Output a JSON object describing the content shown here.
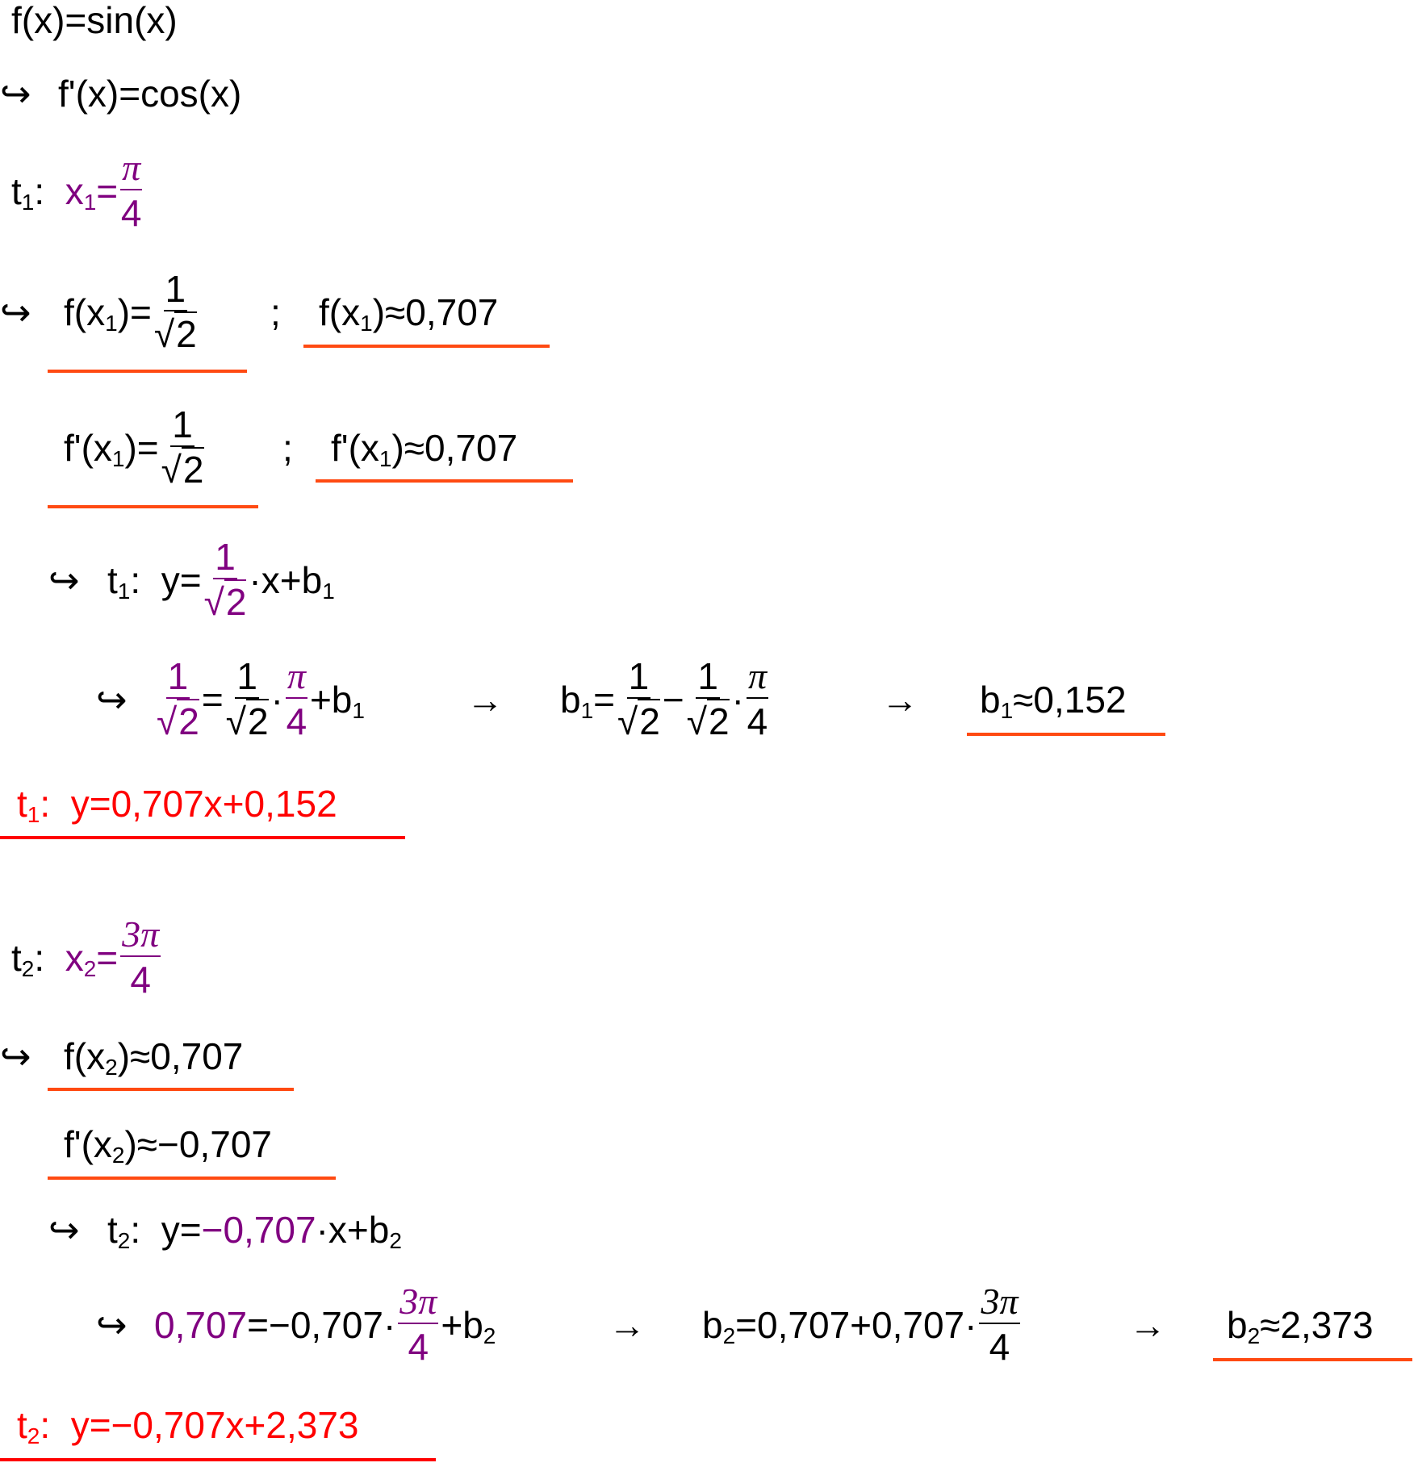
{
  "colors": {
    "purple": "#800080",
    "red": "#ff0000",
    "underline": "#ff4a12"
  },
  "groups": [
    [
      {
        "t": "f(x)=sin(x)"
      }
    ],
    [
      {
        "t": "↪"
      }
    ],
    [
      {
        "t": "f'(x)=cos(x)"
      }
    ],
    [
      {
        "t": "t"
      },
      {
        "s": "1"
      },
      {
        "t": ":  "
      },
      {
        "t": "x",
        "c": "p"
      },
      {
        "s": "1",
        "c": "p"
      },
      {
        "t": "=",
        "c": "p"
      },
      {
        "n": "π",
        "d": "4",
        "c": "p"
      }
    ],
    [
      {
        "t": "↪"
      }
    ],
    [
      {
        "t": "f(x"
      },
      {
        "s": "1"
      },
      {
        "t": ")="
      },
      {
        "n": "1",
        "d": "2",
        "sq": true
      }
    ],
    [
      {
        "t": ";"
      }
    ],
    [
      {
        "t": "f(x"
      },
      {
        "s": "1"
      },
      {
        "t": ")≈0,707"
      }
    ],
    [
      {
        "t": "f'(x"
      },
      {
        "s": "1"
      },
      {
        "t": ")="
      },
      {
        "n": "1",
        "d": "2",
        "sq": true
      }
    ],
    [
      {
        "t": ";"
      }
    ],
    [
      {
        "t": "f'(x"
      },
      {
        "s": "1"
      },
      {
        "t": ")≈0,707"
      }
    ],
    [
      {
        "t": "↪"
      }
    ],
    [
      {
        "t": "t"
      },
      {
        "s": "1"
      },
      {
        "t": ":  y="
      },
      {
        "n": "1",
        "d": "2",
        "sq": true,
        "c": "p"
      },
      {
        "t": "·x+b"
      },
      {
        "s": "1"
      }
    ],
    [
      {
        "t": "↪"
      }
    ],
    [
      {
        "n": "1",
        "d": "2",
        "sq": true,
        "c": "p"
      },
      {
        "t": "="
      },
      {
        "n": "1",
        "d": "2",
        "sq": true
      },
      {
        "t": "·"
      },
      {
        "n": "π",
        "d": "4",
        "c": "p"
      },
      {
        "t": "+b"
      },
      {
        "s": "1"
      }
    ],
    [
      {
        "t": "→"
      }
    ],
    [
      {
        "t": "b"
      },
      {
        "s": "1"
      },
      {
        "t": "="
      },
      {
        "n": "1",
        "d": "2",
        "sq": true
      },
      {
        "t": "−"
      },
      {
        "n": "1",
        "d": "2",
        "sq": true
      },
      {
        "t": "·"
      },
      {
        "n": "π",
        "d": "4"
      }
    ],
    [
      {
        "t": "→"
      }
    ],
    [
      {
        "t": "b"
      },
      {
        "s": "1"
      },
      {
        "t": "≈0,152"
      }
    ],
    [
      {
        "t": "t",
        "c": "r"
      },
      {
        "s": "1",
        "c": "r"
      },
      {
        "t": ":  y=0,707x+0,152",
        "c": "r"
      }
    ],
    [
      {
        "t": "t"
      },
      {
        "s": "2"
      },
      {
        "t": ":  "
      },
      {
        "t": "x",
        "c": "p"
      },
      {
        "s": "2",
        "c": "p"
      },
      {
        "t": "=",
        "c": "p"
      },
      {
        "n": "3π",
        "d": "4",
        "c": "p"
      }
    ],
    [
      {
        "t": "↪"
      }
    ],
    [
      {
        "t": "f(x"
      },
      {
        "s": "2"
      },
      {
        "t": ")≈0,707"
      }
    ],
    [
      {
        "t": "f'(x"
      },
      {
        "s": "2"
      },
      {
        "t": ")≈−0,707"
      }
    ],
    [
      {
        "t": "↪"
      }
    ],
    [
      {
        "t": "t"
      },
      {
        "s": "2"
      },
      {
        "t": ":  y="
      },
      {
        "t": "−0,707",
        "c": "p"
      },
      {
        "t": "·x+b"
      },
      {
        "s": "2"
      }
    ],
    [
      {
        "t": "↪"
      }
    ],
    [
      {
        "t": "0,707",
        "c": "p"
      },
      {
        "t": "=−0,707·"
      },
      {
        "n": "3π",
        "d": "4",
        "c": "p"
      },
      {
        "t": "+b"
      },
      {
        "s": "2"
      }
    ],
    [
      {
        "t": "→"
      }
    ],
    [
      {
        "t": "b"
      },
      {
        "s": "2"
      },
      {
        "t": "=0,707+0,707·"
      },
      {
        "n": "3π",
        "d": "4"
      }
    ],
    [
      {
        "t": "→"
      }
    ],
    [
      {
        "t": "b"
      },
      {
        "s": "2"
      },
      {
        "t": "≈2,373"
      }
    ],
    [
      {
        "t": "t",
        "c": "r"
      },
      {
        "s": "2",
        "c": "r"
      },
      {
        "t": ":  y=−0,707x+2,373",
        "c": "r"
      }
    ]
  ]
}
